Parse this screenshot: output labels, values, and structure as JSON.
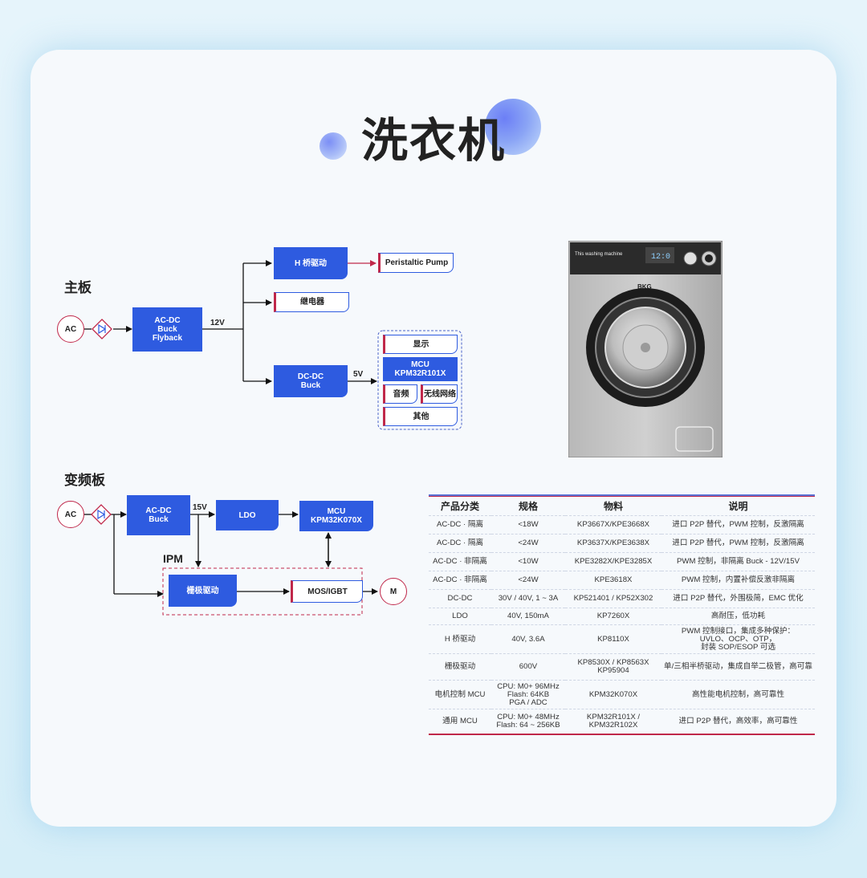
{
  "title": "洗衣机",
  "sections": {
    "main_board": "主板",
    "inverter_board": "变频板"
  },
  "main_board": {
    "ac": "AC",
    "acdc": "AC-DC\nBuck\nFlyback",
    "v12": "12V",
    "h_bridge": "H 桥驱动",
    "pump": "Peristaltic Pump",
    "relay": "继电器",
    "dcdc": "DC-DC\nBuck",
    "v5": "5V",
    "display": "显示",
    "mcu": "MCU\nKPM32R101X",
    "audio": "音频",
    "wireless": "无线网络",
    "other": "其他"
  },
  "inverter_board": {
    "ac": "AC",
    "acdc": "AC-DC\nBuck",
    "v15": "15V",
    "ldo": "LDO",
    "mcu": "MCU\nKPM32K070X",
    "ipm": "IPM",
    "gate_driver": "栅极驱动",
    "mos": "MOS/IGBT",
    "motor": "M"
  },
  "machine": {
    "panel_text": "This washing machine",
    "brand": "BKG",
    "display_digits": "12:0"
  },
  "table": {
    "headers": [
      "产品分类",
      "规格",
      "物料",
      "说明"
    ],
    "rows": [
      [
        "AC-DC · 隔离",
        "<18W",
        "KP3667X/KPE3668X",
        "进口 P2P 替代，PWM 控制，反激隔离"
      ],
      [
        "AC-DC · 隔离",
        "<24W",
        "KP3637X/KPE3638X",
        "进口 P2P 替代，PWM 控制，反激隔离"
      ],
      [
        "AC-DC · 非隔离",
        "<10W",
        "KPE3282X/KPE3285X",
        "PWM 控制，非隔离 Buck - 12V/15V"
      ],
      [
        "AC-DC · 非隔离",
        "<24W",
        "KPE3618X",
        "PWM 控制，内置补偿反激非隔离"
      ],
      [
        "DC-DC",
        "30V / 40V, 1 ~ 3A",
        "KP521401 / KP52X302",
        "进口 P2P 替代，外围极简，EMC 优化"
      ],
      [
        "LDO",
        "40V, 150mA",
        "KP7260X",
        "高耐压，低功耗"
      ],
      [
        "H 桥驱动",
        "40V, 3.6A",
        "KP8110X",
        "PWM 控制接口，集成多种保护：\nUVLO、OCP、OTP，\n封装 SOP/ESOP 可选"
      ],
      [
        "栅极驱动",
        "600V",
        "KP8530X / KP8563X\nKP95904",
        "单/三相半桥驱动，集成自举二极管，高可靠"
      ],
      [
        "电机控制 MCU",
        "CPU: M0+ 96MHz\nFlash: 64KB\nPGA / ADC",
        "KPM32K070X",
        "高性能电机控制，高可靠性"
      ],
      [
        "通用 MCU",
        "CPU: M0+ 48MHz\nFlash: 64 ~ 256KB",
        "KPM32R101X /\nKPM32R102X",
        "进口 P2P 替代，高效率，高可靠性"
      ]
    ]
  }
}
